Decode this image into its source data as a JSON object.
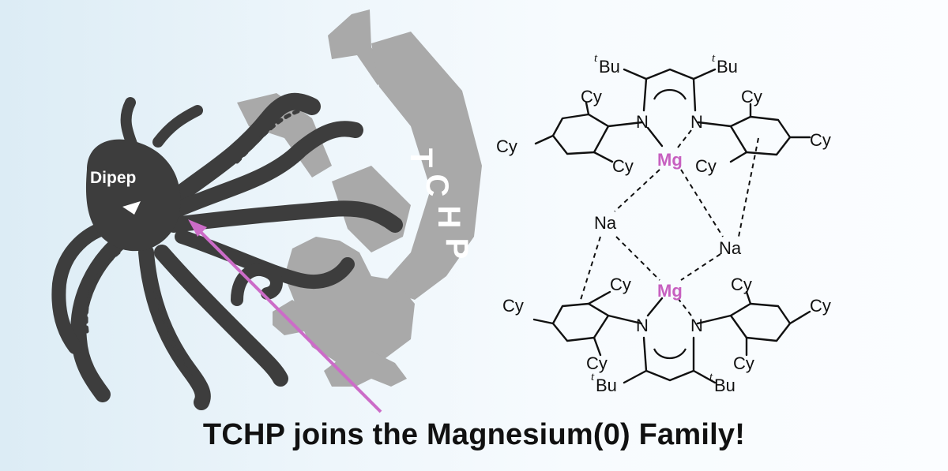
{
  "caption": "TCHP joins the Magnesium(0) Family!",
  "illustration": {
    "octopus_label": "Dipep",
    "figure_label_letters": [
      "T",
      "C",
      "H",
      "P"
    ]
  },
  "structure": {
    "substituent": "Cy",
    "tert_prefix": "t",
    "tert_group": "Bu",
    "nitrogen": "N",
    "magnesium": "Mg",
    "sodium": "Na"
  },
  "colors": {
    "octopus": "#3d3d3d",
    "figure": "#a9a9a9",
    "spear": "#cc6cc8",
    "magnesium": "#c760c0",
    "text": "#111111"
  }
}
